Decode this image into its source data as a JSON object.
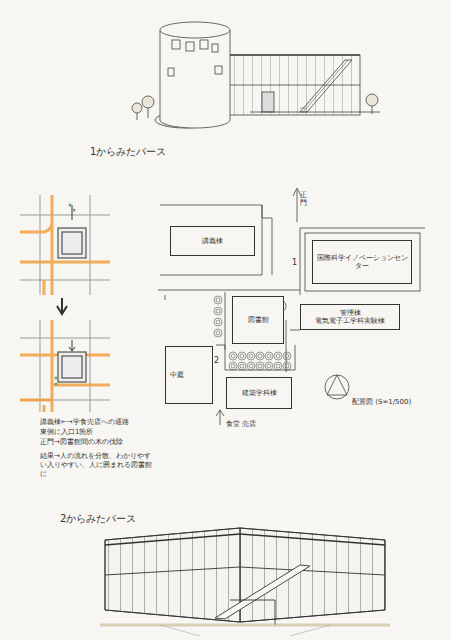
{
  "diagram": {
    "nodes": [
      {
        "text": [
          "講義棟"
        ]
      },
      {
        "text": [
          "国際科学イノベーションセンター"
        ]
      },
      {
        "text": [
          "図書館"
        ]
      },
      {
        "text": [
          "管理棟",
          "電気電子工学科実験棟"
        ]
      },
      {
        "text": [
          "中庭"
        ]
      },
      {
        "text": [
          "建築学科棟"
        ]
      }
    ],
    "labels": [
      "1からみたパース",
      "講義棟←→学食売店への通路",
      "東側に入口1箇所",
      "正門→図書館間の木の伐除",
      "結果→人の流れを分散、わかりやすい入りやすい、人に囲まれる図書館に",
      "正門",
      "1",
      "2",
      "食堂 売店",
      "配置図 (S=1/500)",
      "2からみたパース"
    ]
  }
}
